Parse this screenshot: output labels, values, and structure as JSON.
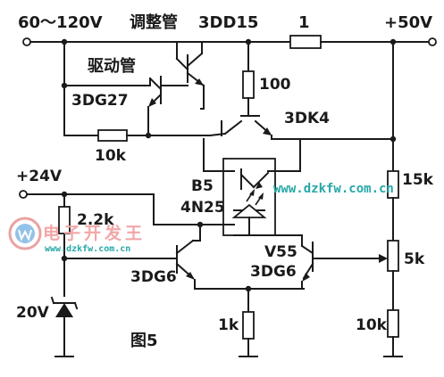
{
  "labels": {
    "input_voltage": "60～120V",
    "regulator_name": "调整管",
    "regulator_model": "3DD15",
    "resistor_1": "1",
    "output_voltage": "+50V",
    "driver_name": "驱动管",
    "driver_model": "3DG27",
    "resistor_100": "100",
    "transistor_3dk4": "3DK4",
    "resistor_10k_top": "10k",
    "aux_supply": "+24V",
    "opto_ref": "B5",
    "opto_model": "4N25",
    "resistor_15k": "15k",
    "resistor_2_2k": "2.2k",
    "diff_ref": "V55",
    "diff_right_model": "3DG6",
    "diff_left_model": "3DG6",
    "pot_5k": "5k",
    "zener_voltage": "20V",
    "resistor_1k": "1k",
    "resistor_10k_bottom": "10k",
    "figure_caption": "图5"
  },
  "watermark": {
    "url_top": "www.dzkfw.com.cn",
    "site_name": "电子开发王",
    "url_bottom": "www.dzkfw.com.cn"
  },
  "colors": {
    "ink": "#1a1a1a",
    "watermark_url": "#27a7a7",
    "watermark_cn": "#f2a7a7",
    "logo_blue": "#3a8fd6"
  }
}
